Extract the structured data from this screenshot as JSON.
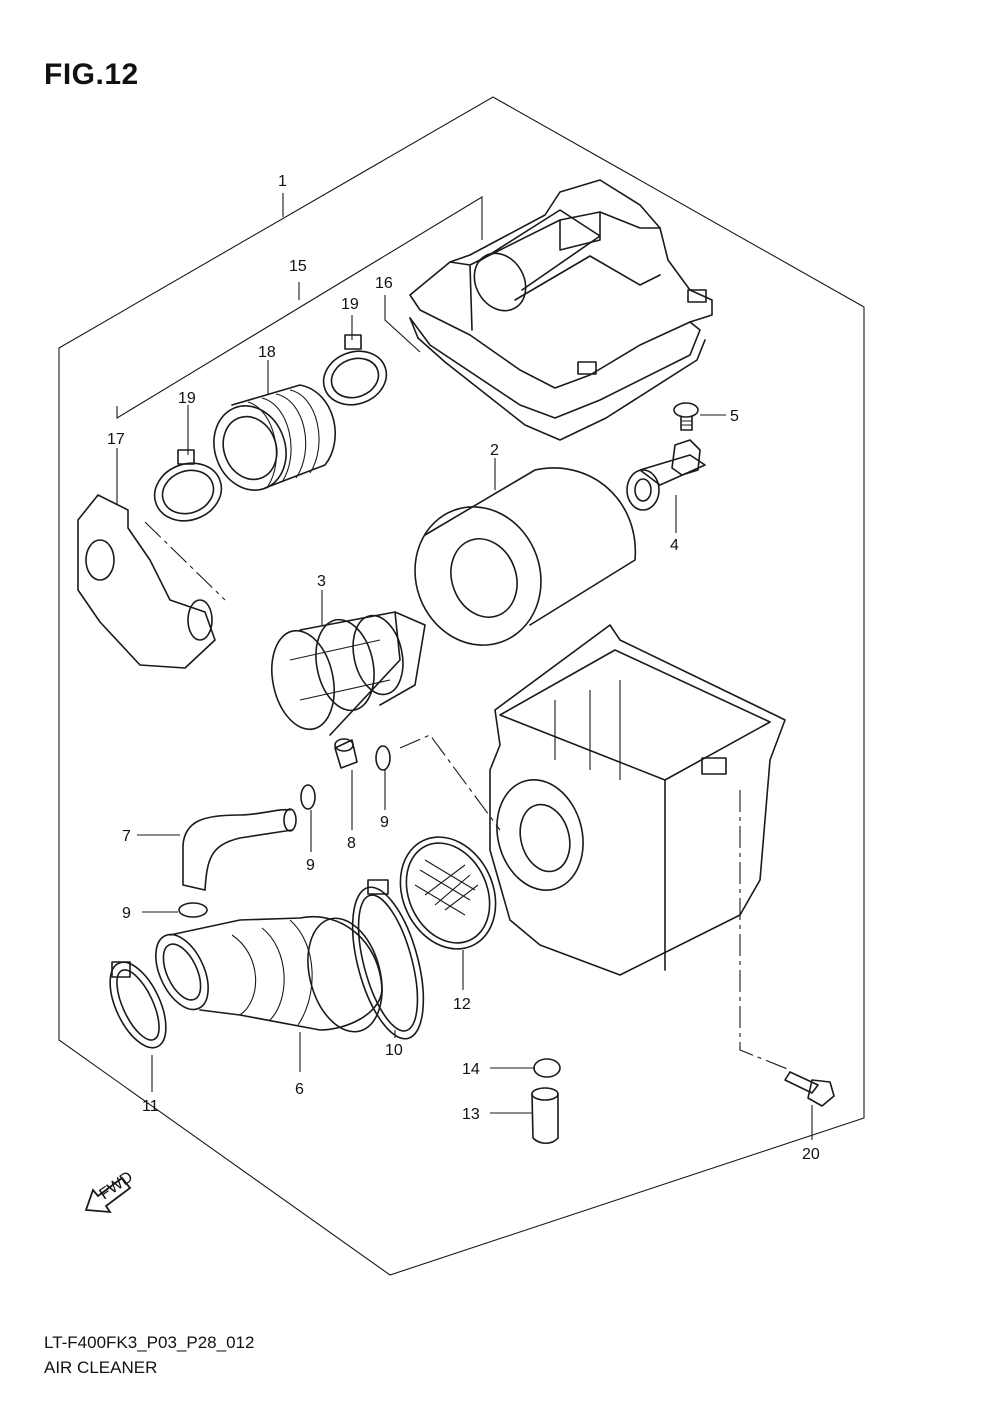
{
  "figure": {
    "title": "FIG.12"
  },
  "footer": {
    "code": "LT-F400FK3_P03_P28_012",
    "name": "AIR CLEANER"
  },
  "direction_arrow": {
    "label": "FWD",
    "icon": "fwd-arrow-icon"
  },
  "callouts": [
    {
      "id": "1",
      "text": "1"
    },
    {
      "id": "2",
      "text": "2"
    },
    {
      "id": "3",
      "text": "3"
    },
    {
      "id": "4",
      "text": "4"
    },
    {
      "id": "5",
      "text": "5"
    },
    {
      "id": "6",
      "text": "6"
    },
    {
      "id": "7",
      "text": "7"
    },
    {
      "id": "8",
      "text": "8"
    },
    {
      "id": "9a",
      "text": "9"
    },
    {
      "id": "9b",
      "text": "9"
    },
    {
      "id": "9c",
      "text": "9"
    },
    {
      "id": "10",
      "text": "10"
    },
    {
      "id": "11",
      "text": "11"
    },
    {
      "id": "12",
      "text": "12"
    },
    {
      "id": "13",
      "text": "13"
    },
    {
      "id": "14",
      "text": "14"
    },
    {
      "id": "15",
      "text": "15"
    },
    {
      "id": "16",
      "text": "16"
    },
    {
      "id": "17",
      "text": "17"
    },
    {
      "id": "18",
      "text": "18"
    },
    {
      "id": "19a",
      "text": "19"
    },
    {
      "id": "19b",
      "text": "19"
    },
    {
      "id": "20",
      "text": "20"
    }
  ]
}
